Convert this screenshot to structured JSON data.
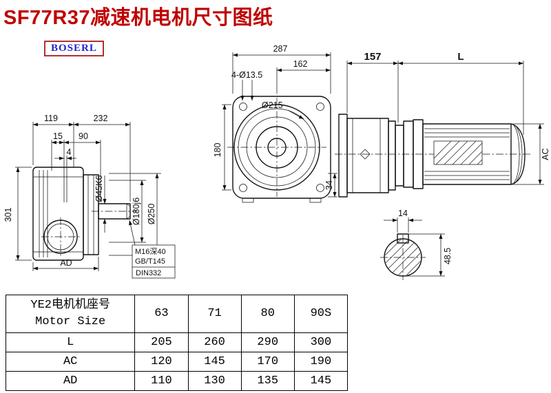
{
  "page": {
    "title": "SF77R37减速机电机尺寸图纸"
  },
  "logo": {
    "text": "BOSERL"
  },
  "colors": {
    "title": "#c00000",
    "logo_text": "#2323cc",
    "logo_border": "#b03030",
    "line": "#111111"
  },
  "dims": {
    "d287": "287",
    "d162": "162",
    "holes": "4-Ø13.5",
    "d215": "Ø215",
    "d180": "180",
    "d34": "34",
    "d157": "157",
    "L": "L",
    "AC": "AC",
    "d14": "14",
    "d485": "48.5",
    "d119": "119",
    "d232": "232",
    "d15": "15",
    "d90": "90",
    "d4": "4",
    "d301": "301",
    "AD": "AD",
    "d45": "Ø45K6",
    "d180j6": "Ø180j6",
    "d250": "Ø250"
  },
  "notes": {
    "m16": "M16深40",
    "gb": "GB/T145",
    "din": "DIN332"
  },
  "table": {
    "header": {
      "label_cn": "YE2电机机座号",
      "label_en": "Motor Size",
      "values": [
        "63",
        "71",
        "80",
        "90S"
      ]
    },
    "rows": [
      {
        "label": "L",
        "values": [
          "205",
          "260",
          "290",
          "300"
        ]
      },
      {
        "label": "AC",
        "values": [
          "120",
          "145",
          "170",
          "190"
        ]
      },
      {
        "label": "AD",
        "values": [
          "110",
          "130",
          "135",
          "145"
        ]
      }
    ]
  }
}
